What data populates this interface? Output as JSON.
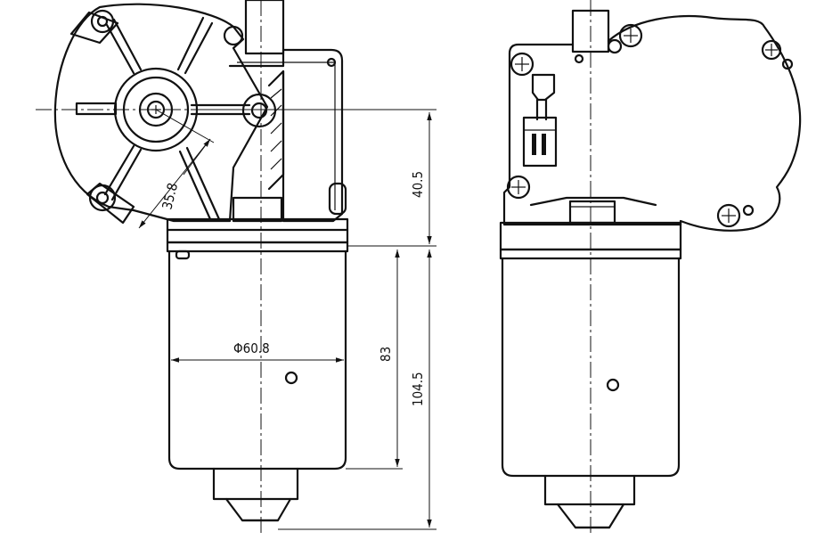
{
  "dimensions": {
    "radius_label": "35.8",
    "gear_height_label": "40.5",
    "motor_body_label": "83",
    "overall_label": "104.5",
    "diameter_label": "Φ60.8"
  }
}
